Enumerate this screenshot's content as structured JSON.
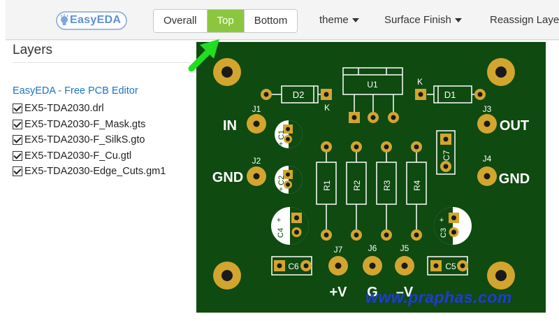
{
  "header": {
    "logo_text": "EasyEDA",
    "view_buttons": [
      "Overall",
      "Top",
      "Bottom"
    ],
    "active_view": "Top",
    "menus": [
      "theme",
      "Surface Finish",
      "Reassign Laye"
    ]
  },
  "layers_panel": {
    "title": "Layers",
    "editor_link": "EasyEDA - Free PCB Editor",
    "files": [
      {
        "name": "EX5-TDA2030.drl",
        "checked": true
      },
      {
        "name": "EX5-TDA2030-F_Mask.gts",
        "checked": true
      },
      {
        "name": "EX5-TDA2030-F_SilkS.gto",
        "checked": true
      },
      {
        "name": "EX5-TDA2030-F_Cu.gtl",
        "checked": true
      },
      {
        "name": "EX5-TDA2030-Edge_Cuts.gm1",
        "checked": true
      }
    ]
  },
  "pcb": {
    "colors": {
      "board": "#0f4a10",
      "pad": "#d2a52f",
      "hole": "#1a1a1a",
      "silk": "#ffffff"
    },
    "refs": {
      "J1": "J1",
      "J2": "J2",
      "J3": "J3",
      "J4": "J4",
      "J5": "J5",
      "J6": "J6",
      "J7": "J7",
      "D1": "D1",
      "D2": "D2",
      "U1": "U1",
      "K1": "K",
      "K2": "K",
      "C1": "C1",
      "C2": "C2",
      "C3": "C3",
      "C4": "C4",
      "C5": "C5",
      "C6": "C6",
      "C7": "C7",
      "R1": "R1",
      "R2": "R2",
      "R3": "R3",
      "R4": "R4",
      "plus1": "+",
      "plus2": "+",
      "plus3": "+",
      "plus4": "+"
    },
    "labels": {
      "in": "IN",
      "gnd_left": "GND",
      "out": "OUT",
      "gnd_right": "GND",
      "plus_v": "+V",
      "g": "G",
      "minus_v": "–V"
    }
  },
  "watermark": "www.praphas.com",
  "annotation": {
    "arrow_color": "#22dd22"
  }
}
